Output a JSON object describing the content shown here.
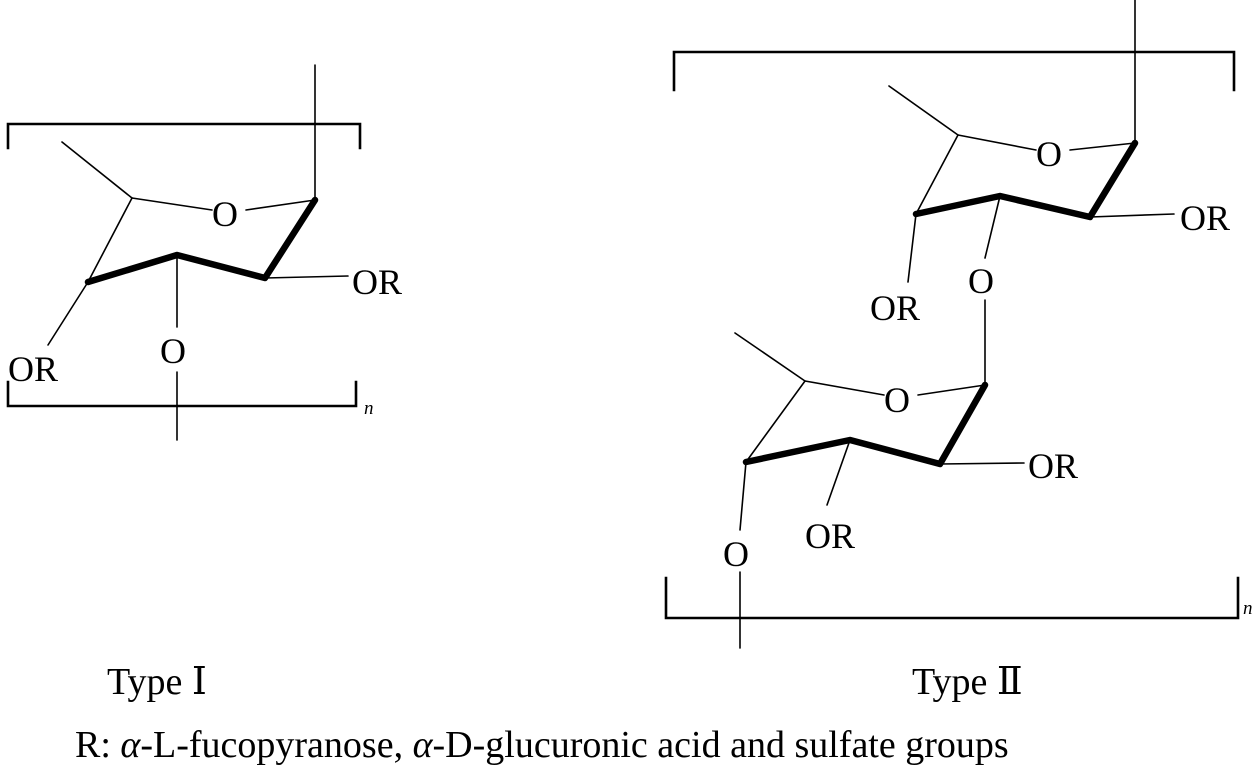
{
  "type_one": {
    "label": "Type Ⅰ",
    "ring_oxygen": "O",
    "c2_substituent": "OR",
    "c4_substituent": "OR",
    "linkage_oxygen": "O",
    "repeat_subscript": "n"
  },
  "type_two": {
    "label": "Type Ⅱ",
    "upper_ring": {
      "ring_oxygen": "O",
      "c2_substituent": "OR",
      "c4_substituent": "OR",
      "linkage_oxygen": "O"
    },
    "lower_ring": {
      "ring_oxygen": "O",
      "c2_substituent": "OR",
      "c3_substituent": "OR",
      "linkage_oxygen": "O"
    },
    "repeat_subscript": "n"
  },
  "caption": {
    "prefix": "R: ",
    "alpha_1": "α",
    "part_1": "-L-fucopyranose, ",
    "alpha_2": "α",
    "part_2": "-D-glucuronic acid and sulfate groups"
  }
}
